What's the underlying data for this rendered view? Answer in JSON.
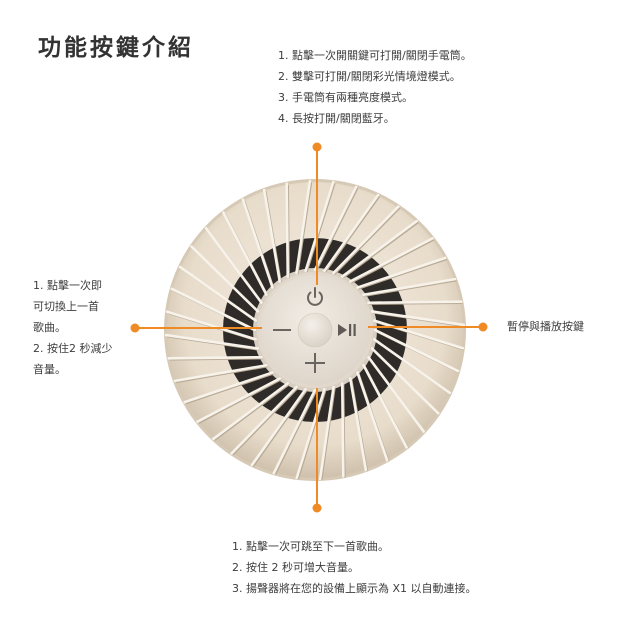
{
  "title": "功能按鍵介紹",
  "colors": {
    "accent": "#F08A24",
    "speaker_body": "#EDE4D6",
    "fin_shadow": "#C9BCA8",
    "grille_dark": "#2E2B28",
    "button_disc": "#E9E2D8",
    "icon": "#6A6560"
  },
  "speaker": {
    "buttons": [
      {
        "name": "power",
        "icon": "power-icon",
        "position": "top"
      },
      {
        "name": "volume-down",
        "icon": "minus-icon",
        "position": "left"
      },
      {
        "name": "play-pause",
        "icon": "play-pause-icon",
        "position": "right"
      },
      {
        "name": "volume-up",
        "icon": "plus-icon",
        "position": "bottom"
      }
    ]
  },
  "callouts": {
    "top": {
      "target": "power button",
      "lines": [
        "1. 點擊一次開關鍵可打開/關閉手電筒。",
        "2. 雙擊可打開/關閉彩光情境燈模式。",
        "3. 手電筒有兩種亮度模式。",
        "4. 長按打開/關閉藍牙。"
      ]
    },
    "left": {
      "target": "minus button",
      "lines": [
        "1. 點擊一次即",
        "可切換上一首",
        "歌曲。",
        "2. 按住2 秒減少",
        "音量。"
      ]
    },
    "right": {
      "target": "play/pause button",
      "lines": [
        "暫停與播放按鍵"
      ]
    },
    "bottom": {
      "target": "plus button",
      "lines": [
        "1. 點擊一次可跳至下一首歌曲。",
        "2. 按住 2 秒可增大音量。",
        "3. 揚聲器將在您的設備上顯示為 X1 以自動連接。"
      ]
    }
  }
}
